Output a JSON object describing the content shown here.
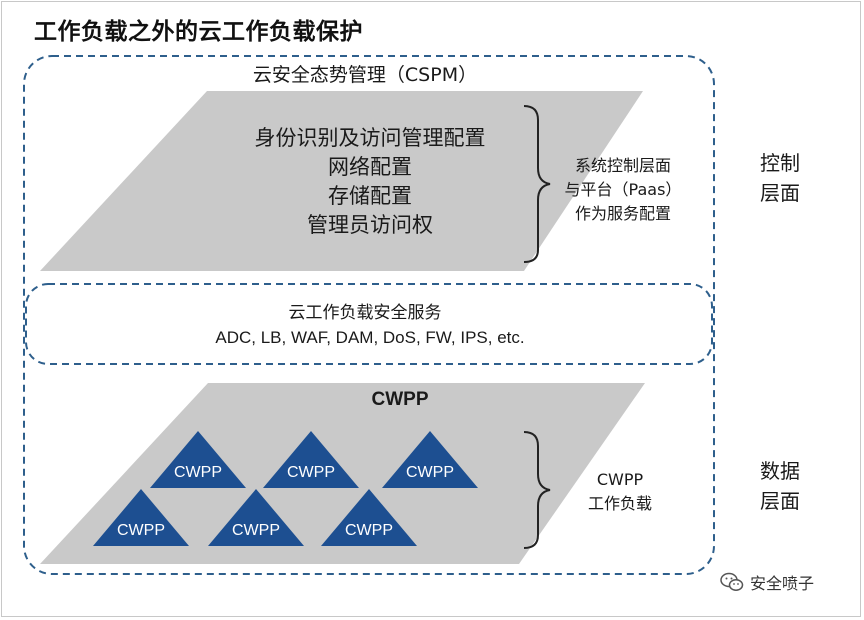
{
  "title": "工作负载之外的云工作负载保护",
  "cspm": {
    "title": "云安全态势管理（CSPM）",
    "items": [
      "身份识别及访问管理配置",
      "网络配置",
      "存储配置",
      "管理员访问权"
    ],
    "side_label": [
      "系统控制层面",
      "与平台（Paas）",
      "作为服务配置"
    ]
  },
  "cwls": {
    "title": "云工作负载安全服务",
    "items": "ADC, LB, WAF, DAM, DoS, FW, IPS, etc."
  },
  "cwpp": {
    "title": "CWPP",
    "triangle_label": "CWPP",
    "side_label": [
      "CWPP",
      "工作负载"
    ]
  },
  "planes": {
    "control": [
      "控制",
      "层面"
    ],
    "data": [
      "数据",
      "层面"
    ]
  },
  "watermark": "安全喷子",
  "colors": {
    "dash_border": "#2e5f8c",
    "parallelogram": "#c9c9c9",
    "triangle": "#1d4f91"
  }
}
